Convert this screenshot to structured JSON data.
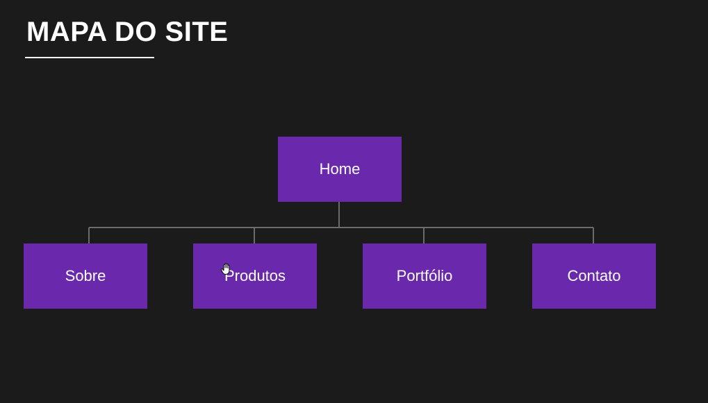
{
  "title": "MAPA DO SITE",
  "colors": {
    "background": "#1c1b1b",
    "node_fill": "#6a29ad",
    "connector": "#6b6b6b",
    "text": "#ffffff"
  },
  "sitemap": {
    "root": {
      "label": "Home"
    },
    "children": [
      {
        "label": "Sobre"
      },
      {
        "label": "Produtos"
      },
      {
        "label": "Portfólio"
      },
      {
        "label": "Contato"
      }
    ]
  },
  "cursor": {
    "icon": "hand-grab-icon"
  }
}
